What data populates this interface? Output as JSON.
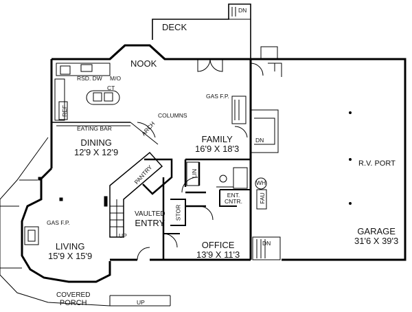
{
  "rooms": {
    "deck": {
      "name": "DECK"
    },
    "nook": {
      "name": "NOOK"
    },
    "dining": {
      "name": "DINING",
      "size": "12'9 X 12'9"
    },
    "family": {
      "name": "FAMILY",
      "size": "16'9 X 18'3"
    },
    "rv_port": {
      "name": "R.V. PORT"
    },
    "garage": {
      "name": "GARAGE",
      "size": "31'6 X 39'3"
    },
    "entry": {
      "name_line1": "VAULTED",
      "name_line2": "ENTRY"
    },
    "office": {
      "name": "OFFICE",
      "size": "13'9 X 11'3"
    },
    "living": {
      "name": "LIVING",
      "size": "15'9 X 15'9"
    },
    "porch": {
      "name_line1": "COVERED",
      "name_line2": "PORCH"
    }
  },
  "labels": {
    "dn_deck": "DN",
    "rsd_dw": "RSD. DW",
    "mo": "M/O",
    "ct": "CT",
    "ref": "REF",
    "eating_bar": "EATING BAR",
    "columns": "COLUMNS",
    "arch": "ARCH",
    "gas_fp_family": "GAS F.P.",
    "dn_family": "DN",
    "pantry": "PANTRY",
    "lin": "LIN",
    "wh": "WH",
    "fau": "FAU",
    "ent_cntr_1": "ENT.",
    "ent_cntr_2": "CNTR.",
    "stor": "STOR",
    "up_stair": "UP",
    "dn_garage": "DN",
    "gas_fp_living": "GAS F.P.",
    "up_porch": "UP"
  },
  "colors": {
    "line": "#000000",
    "background": "#ffffff",
    "text": "#111111"
  }
}
